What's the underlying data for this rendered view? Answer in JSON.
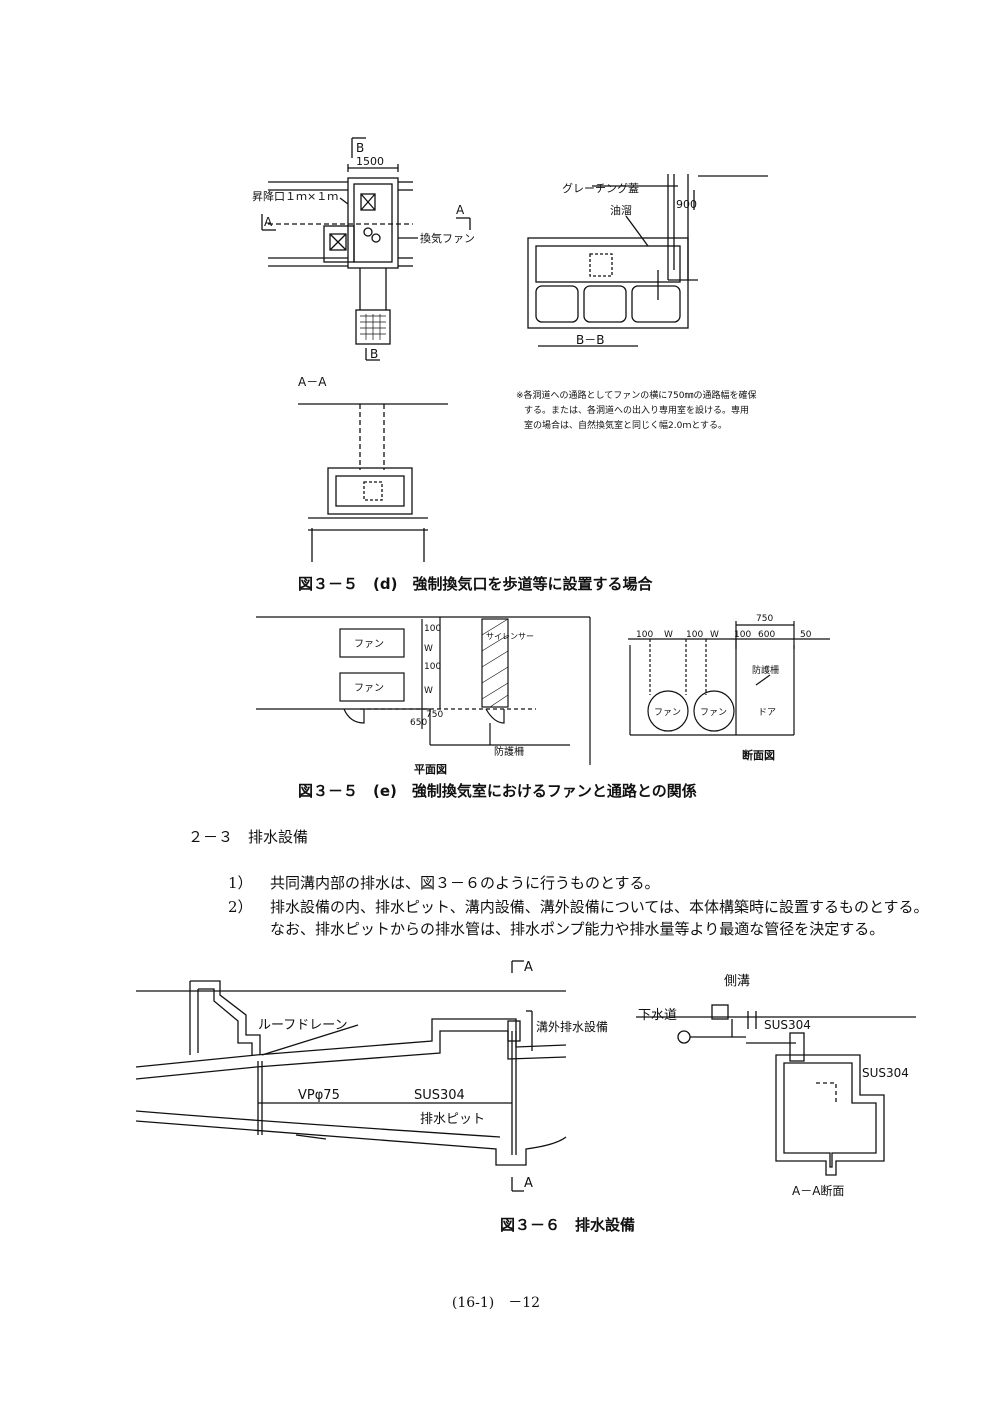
{
  "fig_d": {
    "plan": {
      "b_top": "B",
      "width_dim": "1500",
      "hatch_label": "昇降口１ｍ×１ｍ",
      "a_left": "A",
      "a_right": "A",
      "fan_label": "換気ファン",
      "b_bottom": "B"
    },
    "section_bb": {
      "grating_label": "グレーチング蓋",
      "height_dim": "900",
      "trap_label": "油溜",
      "title": "B－B"
    },
    "section_aa": {
      "title": "A－A"
    },
    "note": [
      "※各洞道への通路としてファンの横に750㎜の通路幅を確保",
      "する。または、各洞道への出入り専用室を設ける。専用",
      "室の場合は、自然換気室と同じく幅2.0ｍとする。"
    ],
    "caption": "図３－５　(d)　強制換気口を歩道等に設置する場合"
  },
  "fig_e": {
    "plan": {
      "fan1": "ファン",
      "fan2": "ファン",
      "dim_100a": "100",
      "dim_w1": "W",
      "dim_100b": "100",
      "dim_w2": "W",
      "dim_650": "650",
      "dim_750": "750",
      "silencer": "サイレンサー",
      "guard_label": "防護柵",
      "title": "平面図"
    },
    "section": {
      "dim_750": "750",
      "dims": [
        "100",
        "W",
        "100",
        "W",
        "100",
        "600",
        "50"
      ],
      "guard_label": "防護柵",
      "fan1": "ファン",
      "fan2": "ファン",
      "door": "ドア",
      "title": "断面図"
    },
    "caption": "図３－５　(e)　強制換気室におけるファンと通路との関係"
  },
  "section_heading": "２－３　排水設備",
  "items": [
    {
      "num": "1）",
      "text": "共同溝内部の排水は、図３－６のように行うものとする。"
    },
    {
      "num": "2）",
      "text": "排水設備の内、排水ピット、溝内設備、溝外設備については、本体構築時に設置するものとする。"
    },
    {
      "num": "",
      "text": "なお、排水ピットからの排水管は、排水ポンプ能力や排水量等より最適な管径を決定する。"
    }
  ],
  "fig_6": {
    "profile": {
      "a_top": "A",
      "roof_drain": "ルーフドレーン",
      "outside_drain": "溝外排水設備",
      "pipe_vp": "VPφ75",
      "pipe_sus": "SUS304",
      "pit": "排水ピット",
      "a_bottom": "A"
    },
    "section": {
      "side_ditch": "側溝",
      "sewer": "下水道",
      "sus1": "SUS304",
      "sus2": "SUS304",
      "title": "A－A断面"
    },
    "caption": "図３－６　排水設備"
  },
  "footer": "(16-1)　－12"
}
